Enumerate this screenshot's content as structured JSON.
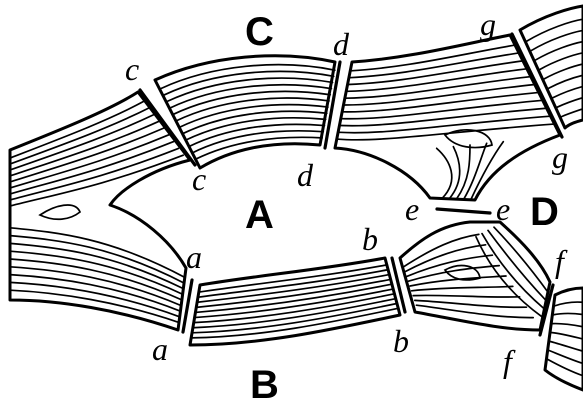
{
  "regions": {
    "A": "A",
    "B": "B",
    "C": "C",
    "D": "D"
  },
  "cut_labels": {
    "a_top": "a",
    "a_bottom": "a",
    "b_top": "b",
    "b_bottom": "b",
    "c_top": "c",
    "c_bottom": "c",
    "d_top": "d",
    "d_bottom": "d",
    "e_left": "e",
    "e_right": "e",
    "f_top": "f",
    "f_bottom": "f",
    "g_top": "g",
    "g_bottom": "g"
  }
}
